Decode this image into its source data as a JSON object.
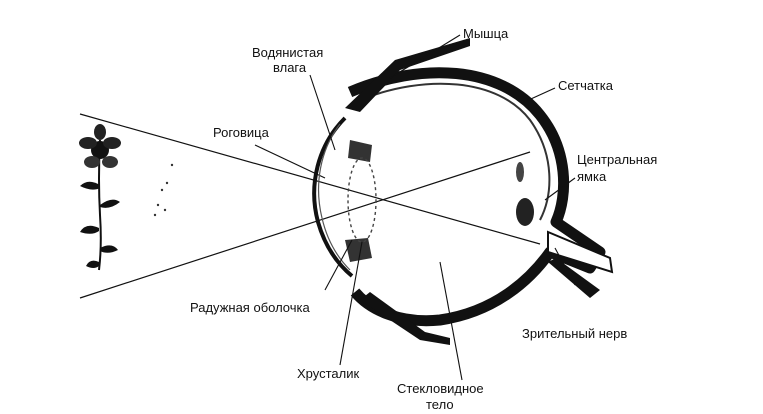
{
  "labels": {
    "muscle": "Мышца",
    "aqueous_1": "Водянистая",
    "aqueous_2": "влага",
    "retina": "Сетчатка",
    "cornea": "Роговица",
    "fovea_1": "Центральная",
    "fovea_2": "ямка",
    "iris": "Радужная оболочка",
    "optic_nerve": "Зрительный нерв",
    "lens": "Хрусталик",
    "vitreous_1": "Стекловидное",
    "vitreous_2": "тело"
  },
  "colors": {
    "ink": "#111111",
    "background": "#ffffff"
  },
  "icons": {
    "object": "flower-icon"
  }
}
